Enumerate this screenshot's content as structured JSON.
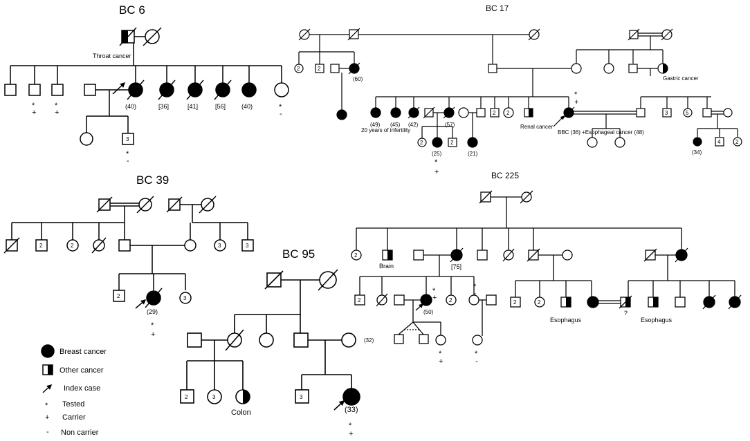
{
  "pedigrees": {
    "bc6": {
      "title": "BC 6",
      "throat": "Throat cancer",
      "ages": [
        "(40)",
        "[36]",
        "[41]",
        "[56]",
        "(40)"
      ],
      "child_count": "3"
    },
    "bc17": {
      "title": "BC 17",
      "gastric": "Gastric cancer",
      "renal": "Renal cancer",
      "infertility": "20 years of infertility",
      "index_note": "BBC (36) +Esophageal cancer (48)",
      "ages": [
        "(60)",
        "(49)",
        "(45)",
        "(42)",
        "(57)",
        "(25)",
        "(21)",
        "(34)"
      ],
      "counts": [
        "2",
        "2",
        "2",
        "2",
        "2",
        "2",
        "3",
        "5",
        "4",
        "2"
      ]
    },
    "bc39": {
      "title": "BC 39",
      "age": "(29)",
      "counts": [
        "2",
        "2",
        "3",
        "3",
        "2",
        "3"
      ]
    },
    "bc95": {
      "title": "BC 95",
      "age_a": "(32)",
      "age_b": "(33)",
      "colon": "Colon",
      "counts": [
        "2",
        "3",
        "3"
      ]
    },
    "bc225": {
      "title": "BC 225",
      "brain": "Brain",
      "age_75": "[75]",
      "age_50": "(50)",
      "esophagus": "Esophagus",
      "question": "?",
      "counts": [
        "2",
        "2",
        "2",
        "2",
        "2"
      ]
    }
  },
  "legend": {
    "breast": "Breast cancer",
    "other": "Other cancer",
    "index": "Index case",
    "tested": "Tested",
    "carrier": "Carrier",
    "noncarrier": "Non carrier"
  },
  "symbols": {
    "tested": "*",
    "carrier": "+",
    "noncarrier": "-"
  }
}
